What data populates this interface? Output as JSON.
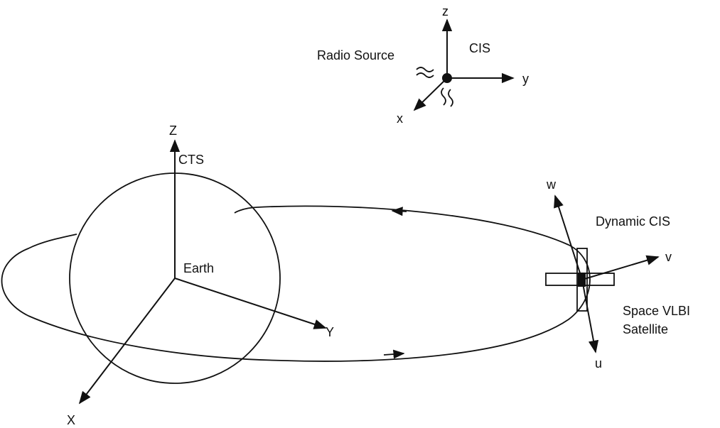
{
  "labels": {
    "radio_source": "Radio Source",
    "cis": "CIS",
    "cis_axis_z": "z",
    "cis_axis_y": "y",
    "cis_axis_x": "x",
    "cts": "CTS",
    "earth_axis_z": "Z",
    "earth_axis_y": "Y",
    "earth_axis_x": "X",
    "earth": "Earth",
    "dynamic_cis": "Dynamic  CIS",
    "sat_axis_w": "w",
    "sat_axis_v": "v",
    "sat_axis_u": "u",
    "space_vlbi": "Space VLBI",
    "satellite": "Satellite"
  }
}
